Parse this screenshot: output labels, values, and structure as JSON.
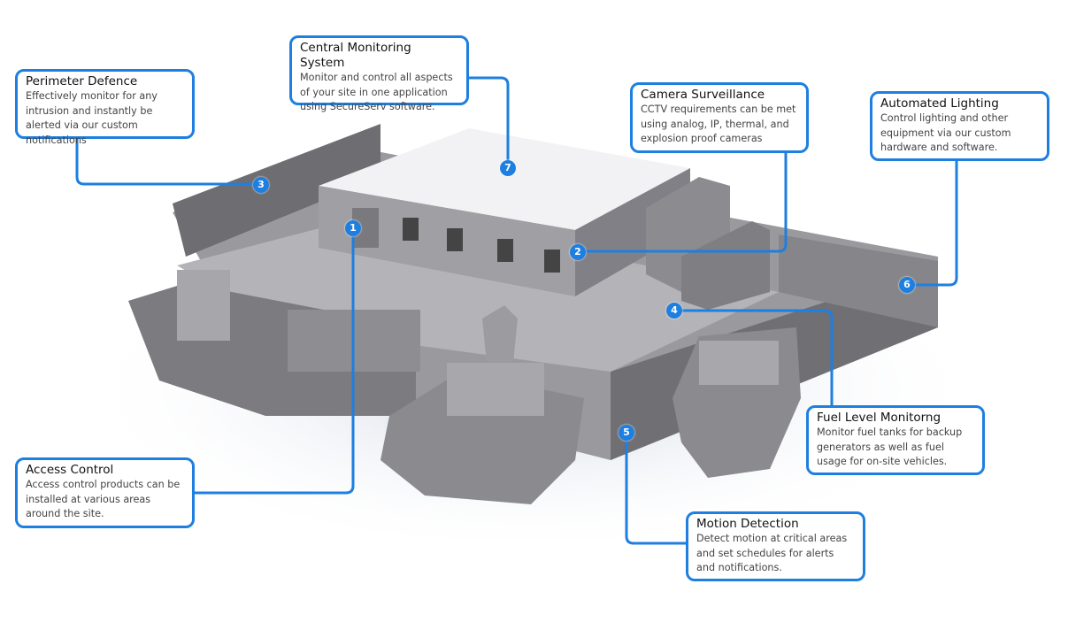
{
  "callouts": [
    {
      "number": "3",
      "title": "Perimeter Defence",
      "desc": "Effectively monitor for any intrusion and instantly be alerted via our custom notifications"
    },
    {
      "number": "7",
      "title": "Central Monitoring System",
      "desc": "Monitor and control all aspects of your site in one application using SecureServ software."
    },
    {
      "number": "2",
      "title": "Camera Surveillance",
      "desc": "CCTV requirements can be met using analog, IP, thermal, and explosion proof cameras"
    },
    {
      "number": "6",
      "title": "Automated Lighting",
      "desc": "Control lighting and other equipment via our custom hardware and software."
    },
    {
      "number": "4",
      "title": "Fuel Level Monitorng",
      "desc": "Monitor fuel tanks for backup generators as well as fuel usage for on-site vehicles."
    },
    {
      "number": "5",
      "title": "Motion Detection",
      "desc": "Detect motion at critical areas and set schedules for alerts and notifications."
    },
    {
      "number": "1",
      "title": "Access Control",
      "desc": "Access control products can be installed at various areas around the site."
    }
  ],
  "colors": {
    "accent": "#1e7fe0",
    "scene": "#8a8a8e"
  }
}
